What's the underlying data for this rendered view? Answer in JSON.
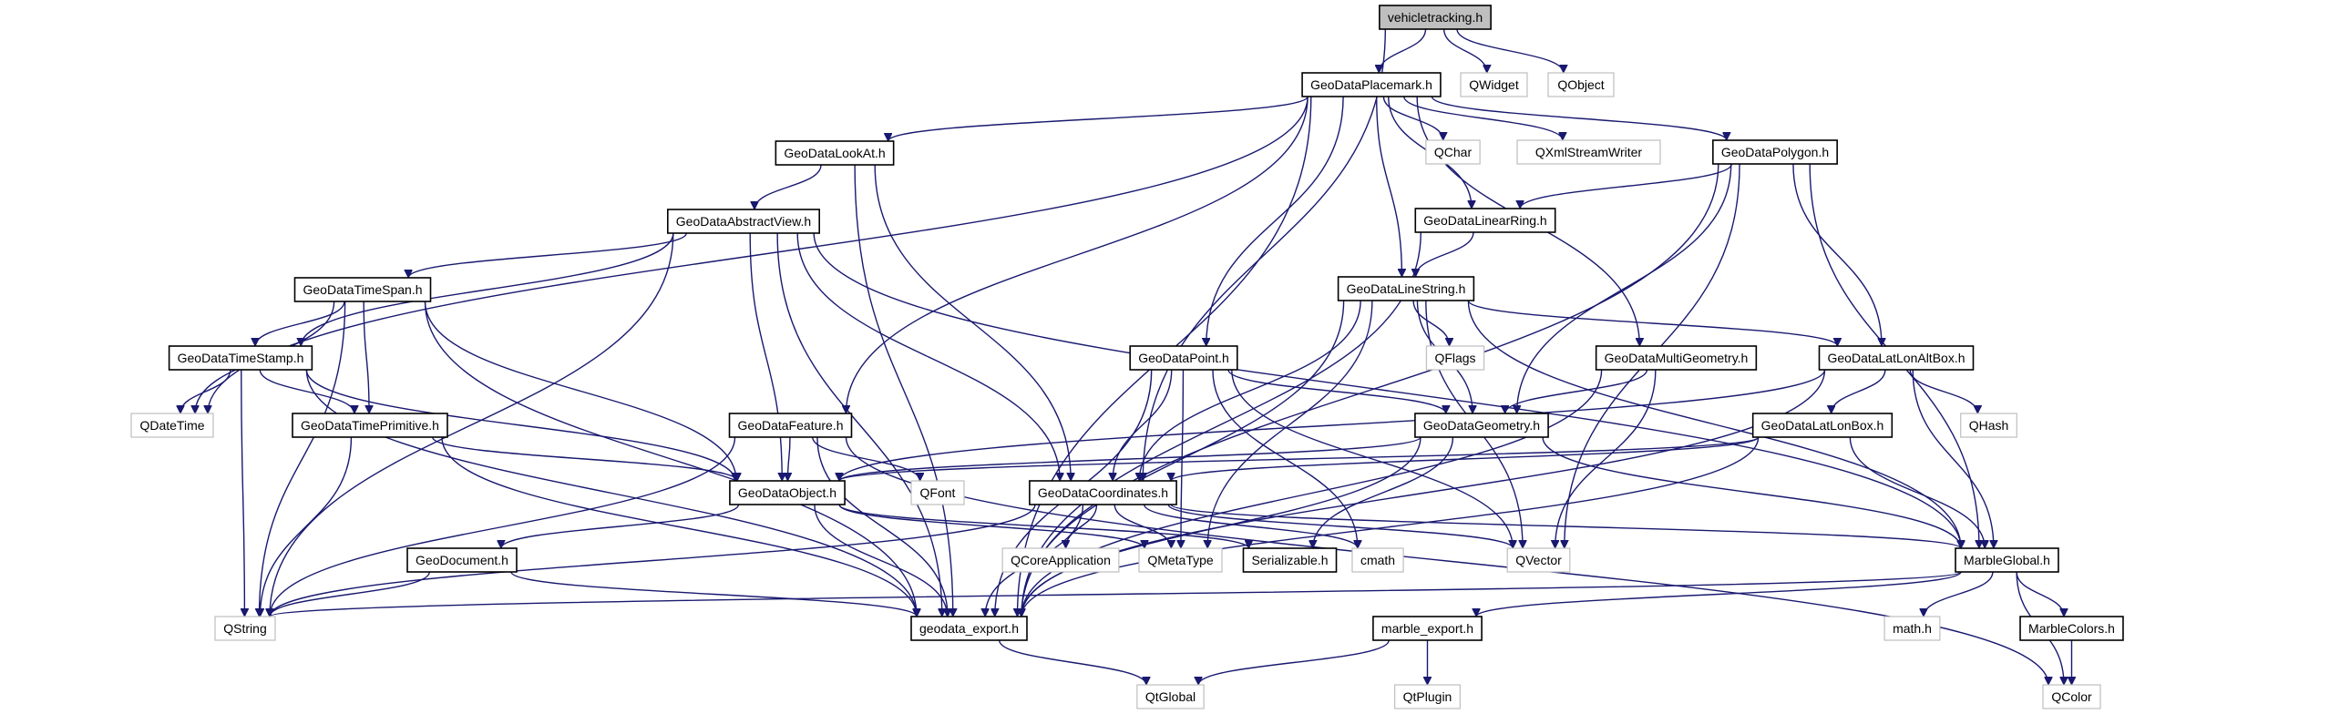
{
  "diagram": {
    "type": "include-dependency-graph",
    "root": "vehicletracking.h",
    "colors": {
      "edge": "#191970",
      "root_fill": "#bfbfbf",
      "project_border": "#000000",
      "external_border": "#bfbfbf"
    },
    "nodes": [
      {
        "id": "vehicletracking",
        "label": "vehicletracking.h",
        "kind": "root"
      },
      {
        "id": "GeoDataPlacemark",
        "label": "GeoDataPlacemark.h",
        "kind": "project"
      },
      {
        "id": "QWidget",
        "label": "QWidget",
        "kind": "external"
      },
      {
        "id": "QObject",
        "label": "QObject",
        "kind": "external"
      },
      {
        "id": "GeoDataLookAt",
        "label": "GeoDataLookAt.h",
        "kind": "project"
      },
      {
        "id": "QChar",
        "label": "QChar",
        "kind": "external"
      },
      {
        "id": "QXmlStreamWriter",
        "label": "QXmlStreamWriter",
        "kind": "external"
      },
      {
        "id": "GeoDataPolygon",
        "label": "GeoDataPolygon.h",
        "kind": "project"
      },
      {
        "id": "GeoDataAbstractView",
        "label": "GeoDataAbstractView.h",
        "kind": "project"
      },
      {
        "id": "GeoDataLinearRing",
        "label": "GeoDataLinearRing.h",
        "kind": "project"
      },
      {
        "id": "GeoDataTimeSpan",
        "label": "GeoDataTimeSpan.h",
        "kind": "project"
      },
      {
        "id": "GeoDataLineString",
        "label": "GeoDataLineString.h",
        "kind": "project"
      },
      {
        "id": "GeoDataTimeStamp",
        "label": "GeoDataTimeStamp.h",
        "kind": "project"
      },
      {
        "id": "GeoDataPoint",
        "label": "GeoDataPoint.h",
        "kind": "project"
      },
      {
        "id": "QFlags",
        "label": "QFlags",
        "kind": "external"
      },
      {
        "id": "GeoDataMultiGeometry",
        "label": "GeoDataMultiGeometry.h",
        "kind": "project"
      },
      {
        "id": "GeoDataLatLonAltBox",
        "label": "GeoDataLatLonAltBox.h",
        "kind": "project"
      },
      {
        "id": "QDateTime",
        "label": "QDateTime",
        "kind": "external"
      },
      {
        "id": "GeoDataTimePrimitive",
        "label": "GeoDataTimePrimitive.h",
        "kind": "project"
      },
      {
        "id": "GeoDataFeature",
        "label": "GeoDataFeature.h",
        "kind": "project"
      },
      {
        "id": "GeoDataGeometry",
        "label": "GeoDataGeometry.h",
        "kind": "project"
      },
      {
        "id": "GeoDataLatLonBox",
        "label": "GeoDataLatLonBox.h",
        "kind": "project"
      },
      {
        "id": "QHash",
        "label": "QHash",
        "kind": "external"
      },
      {
        "id": "GeoDataObject",
        "label": "GeoDataObject.h",
        "kind": "project"
      },
      {
        "id": "QFont",
        "label": "QFont",
        "kind": "external"
      },
      {
        "id": "GeoDataCoordinates",
        "label": "GeoDataCoordinates.h",
        "kind": "project"
      },
      {
        "id": "GeoDocument",
        "label": "GeoDocument.h",
        "kind": "project"
      },
      {
        "id": "QCoreApplication",
        "label": "QCoreApplication",
        "kind": "external"
      },
      {
        "id": "QMetaType",
        "label": "QMetaType",
        "kind": "external"
      },
      {
        "id": "Serializable",
        "label": "Serializable.h",
        "kind": "project"
      },
      {
        "id": "cmath",
        "label": "cmath",
        "kind": "external"
      },
      {
        "id": "QVector",
        "label": "QVector",
        "kind": "external"
      },
      {
        "id": "MarbleGlobal",
        "label": "MarbleGlobal.h",
        "kind": "project"
      },
      {
        "id": "QString",
        "label": "QString",
        "kind": "external"
      },
      {
        "id": "geodata_export",
        "label": "geodata_export.h",
        "kind": "project"
      },
      {
        "id": "marble_export",
        "label": "marble_export.h",
        "kind": "project"
      },
      {
        "id": "mathh",
        "label": "math.h",
        "kind": "external"
      },
      {
        "id": "MarbleColors",
        "label": "MarbleColors.h",
        "kind": "project"
      },
      {
        "id": "QtGlobal",
        "label": "QtGlobal",
        "kind": "external"
      },
      {
        "id": "QtPlugin",
        "label": "QtPlugin",
        "kind": "external"
      },
      {
        "id": "QColor",
        "label": "QColor",
        "kind": "external"
      }
    ],
    "edges": [
      [
        "vehicletracking",
        "GeoDataPlacemark"
      ],
      [
        "vehicletracking",
        "QWidget"
      ],
      [
        "vehicletracking",
        "QObject"
      ],
      [
        "vehicletracking",
        "GeoDataCoordinates"
      ],
      [
        "GeoDataPlacemark",
        "GeoDataLookAt"
      ],
      [
        "GeoDataPlacemark",
        "QChar"
      ],
      [
        "GeoDataPlacemark",
        "QXmlStreamWriter"
      ],
      [
        "GeoDataPlacemark",
        "GeoDataPolygon"
      ],
      [
        "GeoDataPlacemark",
        "GeoDataLinearRing"
      ],
      [
        "GeoDataPlacemark",
        "GeoDataLineString"
      ],
      [
        "GeoDataPlacemark",
        "GeoDataPoint"
      ],
      [
        "GeoDataPlacemark",
        "GeoDataMultiGeometry"
      ],
      [
        "GeoDataPlacemark",
        "GeoDataFeature"
      ],
      [
        "GeoDataPlacemark",
        "QDateTime"
      ],
      [
        "GeoDataPlacemark",
        "geodata_export"
      ],
      [
        "GeoDataLookAt",
        "GeoDataAbstractView"
      ],
      [
        "GeoDataLookAt",
        "GeoDataCoordinates"
      ],
      [
        "GeoDataLookAt",
        "geodata_export"
      ],
      [
        "GeoDataPolygon",
        "GeoDataLinearRing"
      ],
      [
        "GeoDataPolygon",
        "GeoDataGeometry"
      ],
      [
        "GeoDataPolygon",
        "GeoDataLatLonAltBox"
      ],
      [
        "GeoDataPolygon",
        "QVector"
      ],
      [
        "GeoDataPolygon",
        "MarbleGlobal"
      ],
      [
        "GeoDataPolygon",
        "geodata_export"
      ],
      [
        "GeoDataAbstractView",
        "GeoDataTimeSpan"
      ],
      [
        "GeoDataAbstractView",
        "GeoDataTimeStamp"
      ],
      [
        "GeoDataAbstractView",
        "GeoDataObject"
      ],
      [
        "GeoDataAbstractView",
        "GeoDataCoordinates"
      ],
      [
        "GeoDataAbstractView",
        "MarbleGlobal"
      ],
      [
        "GeoDataAbstractView",
        "geodata_export"
      ],
      [
        "GeoDataAbstractView",
        "QString"
      ],
      [
        "GeoDataLinearRing",
        "GeoDataLineString"
      ],
      [
        "GeoDataLinearRing",
        "geodata_export"
      ],
      [
        "GeoDataTimeSpan",
        "GeoDataTimeStamp"
      ],
      [
        "GeoDataTimeSpan",
        "GeoDataTimePrimitive"
      ],
      [
        "GeoDataTimeSpan",
        "QDateTime"
      ],
      [
        "GeoDataTimeSpan",
        "GeoDataObject"
      ],
      [
        "GeoDataTimeSpan",
        "geodata_export"
      ],
      [
        "GeoDataTimeSpan",
        "QString"
      ],
      [
        "GeoDataLineString",
        "QFlags"
      ],
      [
        "GeoDataLineString",
        "GeoDataGeometry"
      ],
      [
        "GeoDataLineString",
        "GeoDataLatLonAltBox"
      ],
      [
        "GeoDataLineString",
        "GeoDataCoordinates"
      ],
      [
        "GeoDataLineString",
        "QVector"
      ],
      [
        "GeoDataLineString",
        "QMetaType"
      ],
      [
        "GeoDataLineString",
        "MarbleGlobal"
      ],
      [
        "GeoDataLineString",
        "geodata_export"
      ],
      [
        "GeoDataTimeStamp",
        "QDateTime"
      ],
      [
        "GeoDataTimeStamp",
        "GeoDataTimePrimitive"
      ],
      [
        "GeoDataTimeStamp",
        "GeoDataObject"
      ],
      [
        "GeoDataTimeStamp",
        "QString"
      ],
      [
        "GeoDataTimeStamp",
        "geodata_export"
      ],
      [
        "GeoDataPoint",
        "GeoDataGeometry"
      ],
      [
        "GeoDataPoint",
        "GeoDataCoordinates"
      ],
      [
        "GeoDataPoint",
        "QMetaType"
      ],
      [
        "GeoDataPoint",
        "cmath"
      ],
      [
        "GeoDataPoint",
        "QVector"
      ],
      [
        "GeoDataPoint",
        "geodata_export"
      ],
      [
        "GeoDataMultiGeometry",
        "GeoDataGeometry"
      ],
      [
        "GeoDataMultiGeometry",
        "QVector"
      ],
      [
        "GeoDataMultiGeometry",
        "geodata_export"
      ],
      [
        "GeoDataLatLonAltBox",
        "GeoDataLatLonBox"
      ],
      [
        "GeoDataLatLonAltBox",
        "QHash"
      ],
      [
        "GeoDataLatLonAltBox",
        "GeoDataObject"
      ],
      [
        "GeoDataLatLonAltBox",
        "MarbleGlobal"
      ],
      [
        "GeoDataLatLonAltBox",
        "geodata_export"
      ],
      [
        "GeoDataTimePrimitive",
        "GeoDataObject"
      ],
      [
        "GeoDataTimePrimitive",
        "QString"
      ],
      [
        "GeoDataTimePrimitive",
        "geodata_export"
      ],
      [
        "GeoDataFeature",
        "GeoDataObject"
      ],
      [
        "GeoDataFeature",
        "QFont"
      ],
      [
        "GeoDataFeature",
        "QString"
      ],
      [
        "GeoDataFeature",
        "QColor"
      ],
      [
        "GeoDataFeature",
        "geodata_export"
      ],
      [
        "GeoDataGeometry",
        "GeoDataObject"
      ],
      [
        "GeoDataGeometry",
        "Serializable"
      ],
      [
        "GeoDataGeometry",
        "MarbleGlobal"
      ],
      [
        "GeoDataGeometry",
        "geodata_export"
      ],
      [
        "GeoDataLatLonBox",
        "GeoDataObject"
      ],
      [
        "GeoDataLatLonBox",
        "GeoDataCoordinates"
      ],
      [
        "GeoDataLatLonBox",
        "MarbleGlobal"
      ],
      [
        "GeoDataLatLonBox",
        "geodata_export"
      ],
      [
        "GeoDataObject",
        "GeoDocument"
      ],
      [
        "GeoDataObject",
        "Serializable"
      ],
      [
        "GeoDataObject",
        "QMetaType"
      ],
      [
        "GeoDataObject",
        "geodata_export"
      ],
      [
        "GeoDataCoordinates",
        "QCoreApplication"
      ],
      [
        "GeoDataCoordinates",
        "QMetaType"
      ],
      [
        "GeoDataCoordinates",
        "cmath"
      ],
      [
        "GeoDataCoordinates",
        "QVector"
      ],
      [
        "GeoDataCoordinates",
        "MarbleGlobal"
      ],
      [
        "GeoDataCoordinates",
        "geodata_export"
      ],
      [
        "GeoDataCoordinates",
        "QString"
      ],
      [
        "GeoDocument",
        "QString"
      ],
      [
        "GeoDocument",
        "geodata_export"
      ],
      [
        "MarbleGlobal",
        "mathh"
      ],
      [
        "MarbleGlobal",
        "MarbleColors"
      ],
      [
        "MarbleGlobal",
        "QColor"
      ],
      [
        "MarbleGlobal",
        "marble_export"
      ],
      [
        "MarbleGlobal",
        "QString"
      ],
      [
        "MarbleColors",
        "QColor"
      ],
      [
        "geodata_export",
        "QtGlobal"
      ],
      [
        "marble_export",
        "QtGlobal"
      ],
      [
        "marble_export",
        "QtPlugin"
      ]
    ]
  }
}
